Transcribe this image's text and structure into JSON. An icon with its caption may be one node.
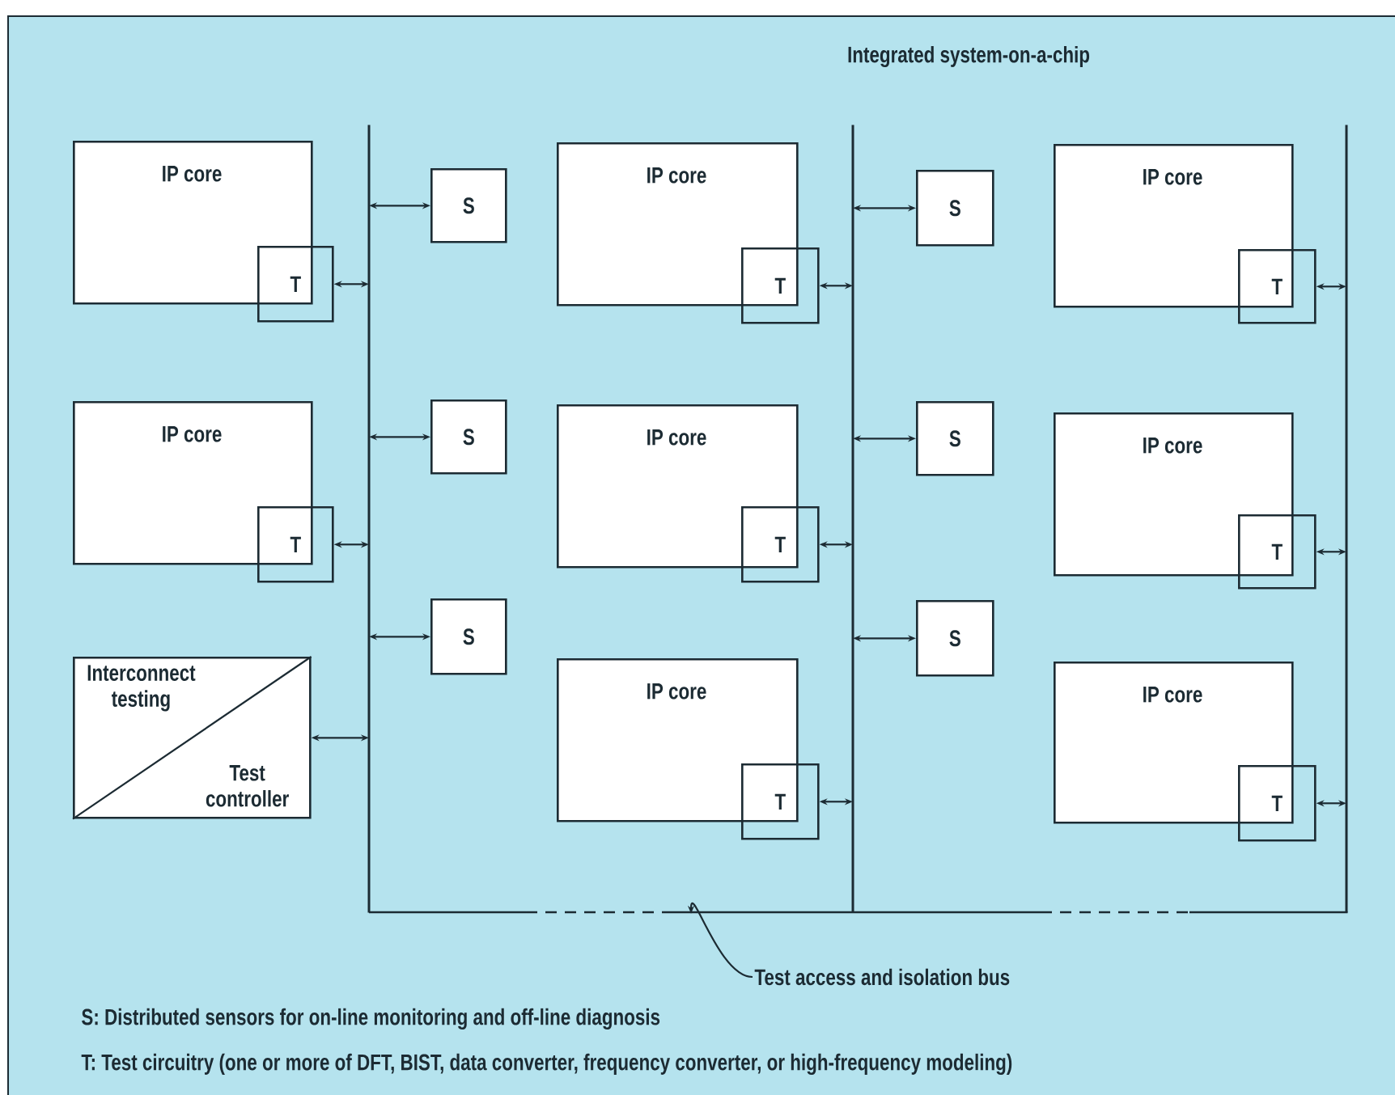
{
  "diagram": {
    "title": "Integrated system-on-a-chip",
    "nodes": [
      {
        "text": [
          "IP core"
        ]
      },
      {
        "text": [
          "T"
        ]
      },
      {
        "text": [
          "IP core"
        ]
      },
      {
        "text": [
          "T"
        ]
      },
      {
        "text": [
          "Interconnect testing",
          "Test controller"
        ]
      },
      {
        "text": [
          "S"
        ]
      },
      {
        "text": [
          "S"
        ]
      },
      {
        "text": [
          "S"
        ]
      },
      {
        "text": [
          "IP core"
        ]
      },
      {
        "text": [
          "T"
        ]
      },
      {
        "text": [
          "IP core"
        ]
      },
      {
        "text": [
          "T"
        ]
      },
      {
        "text": [
          "IP core"
        ]
      },
      {
        "text": [
          "T"
        ]
      },
      {
        "text": [
          "S"
        ]
      },
      {
        "text": [
          "S"
        ]
      },
      {
        "text": [
          "S"
        ]
      },
      {
        "text": [
          "IP core"
        ]
      },
      {
        "text": [
          "T"
        ]
      },
      {
        "text": [
          "IP core"
        ]
      },
      {
        "text": [
          "T"
        ]
      },
      {
        "text": [
          "IP core"
        ]
      },
      {
        "text": [
          "T"
        ]
      },
      {
        "text": [],
        "shape": "bar"
      },
      {
        "text": [],
        "shape": "bar"
      },
      {
        "text": [],
        "shape": "bar"
      },
      {
        "text": [],
        "shape": "bar"
      },
      {
        "text": [
          "Test access and isolation bus"
        ]
      }
    ],
    "edges": [
      {
        "from": 1,
        "to": 23,
        "arrow": "both"
      },
      {
        "from": 3,
        "to": 23,
        "arrow": "both"
      },
      {
        "from": 4,
        "to": 23,
        "arrow": "both"
      },
      {
        "from": 23,
        "to": 5,
        "arrow": "both"
      },
      {
        "from": 23,
        "to": 6,
        "arrow": "both"
      },
      {
        "from": 23,
        "to": 7,
        "arrow": "both"
      },
      {
        "from": 9,
        "to": 24,
        "arrow": "both"
      },
      {
        "from": 11,
        "to": 24,
        "arrow": "both"
      },
      {
        "from": 13,
        "to": 24,
        "arrow": "both"
      },
      {
        "from": 24,
        "to": 14,
        "arrow": "both"
      },
      {
        "from": 24,
        "to": 15,
        "arrow": "both"
      },
      {
        "from": 24,
        "to": 16,
        "arrow": "both"
      },
      {
        "from": 18,
        "to": 25,
        "arrow": "both"
      },
      {
        "from": 20,
        "to": 25,
        "arrow": "both"
      },
      {
        "from": 22,
        "to": 25,
        "arrow": "both"
      },
      {
        "from": 27,
        "to": 26,
        "arrow": "to"
      }
    ],
    "labels": [
      "S: Distributed sensors for on-line monitoring and off-line diagnosis",
      "T: Test circuitry (one or more of DFT, BIST, data converter, frequency converter, or high-frequency modeling)"
    ]
  }
}
